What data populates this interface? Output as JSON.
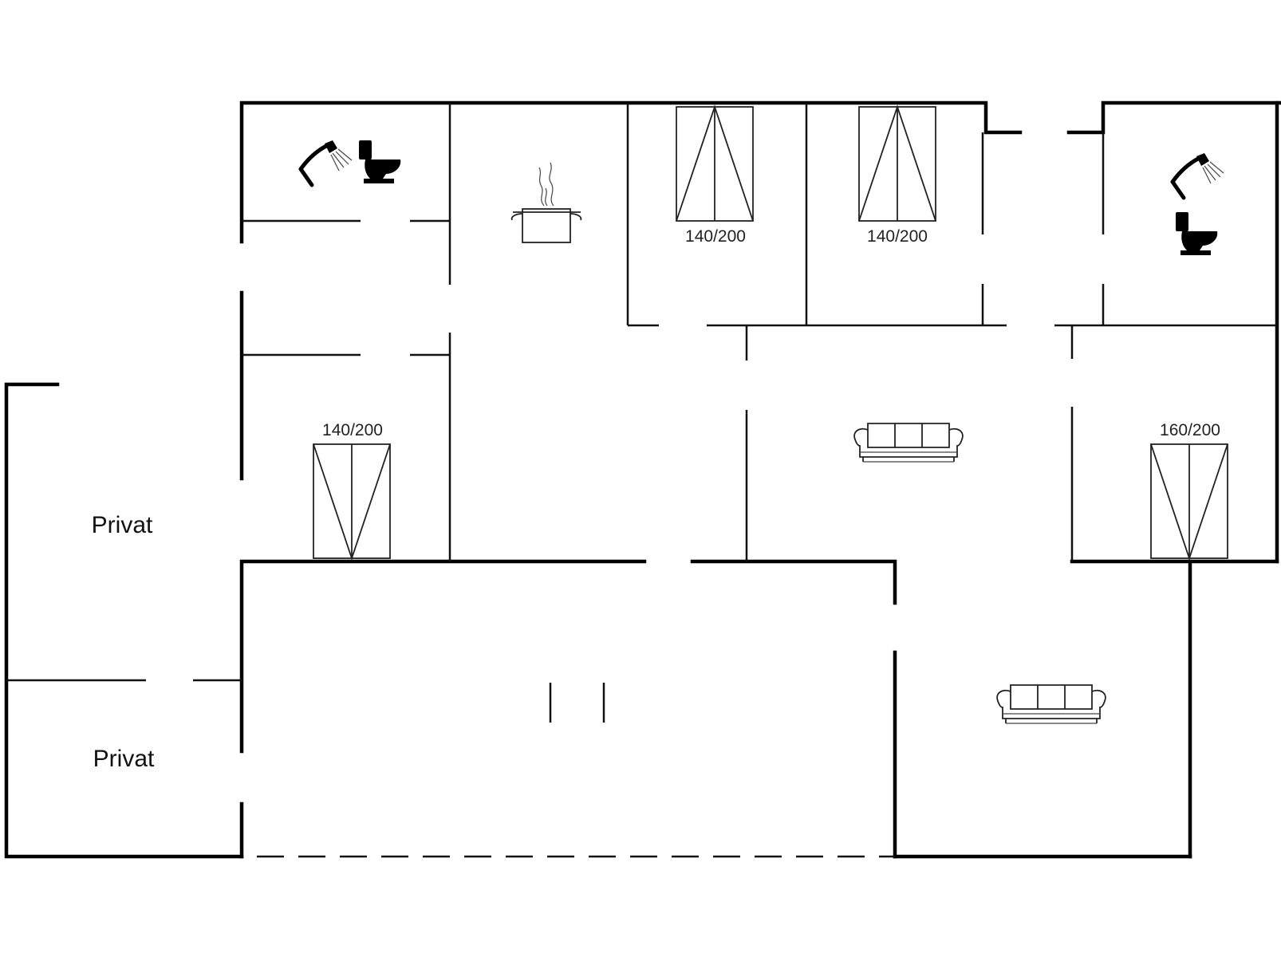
{
  "rooms": {
    "private_top": "Privat",
    "private_bottom": "Privat"
  },
  "beds": {
    "bed_top_1": "140/200",
    "bed_top_2": "140/200",
    "bed_left": "140/200",
    "bed_right": "160/200"
  },
  "icons": {
    "bathroom_left": [
      "shower-icon",
      "toilet-icon"
    ],
    "kitchen": "cooking-pot-icon",
    "bathroom_right": [
      "shower-icon",
      "toilet-icon"
    ],
    "living": [
      "sofa-icon",
      "sofa-icon"
    ]
  }
}
